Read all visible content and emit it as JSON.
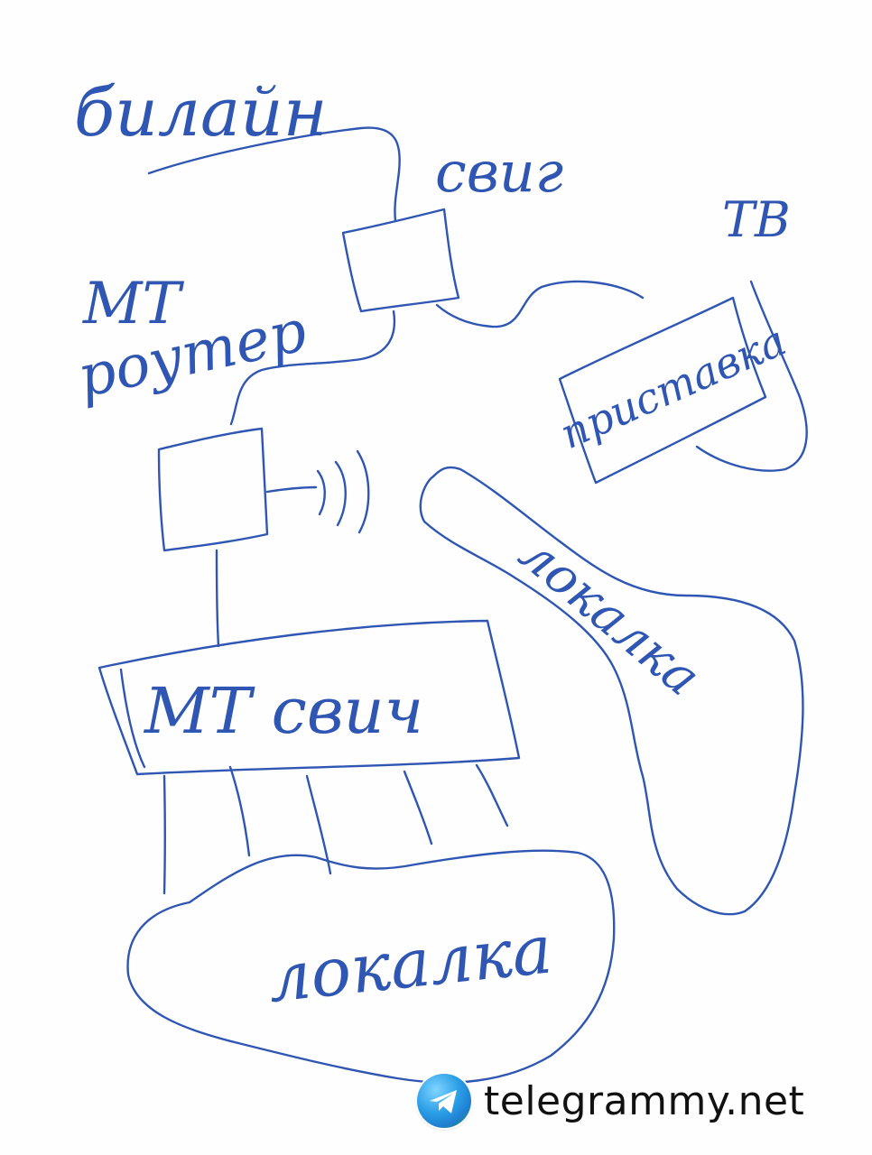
{
  "colors": {
    "ink": "#2f56b3",
    "background": "#fefefe",
    "watermark_text": "#111111"
  },
  "labels": {
    "provider": "билайн",
    "swig": "свиг",
    "tv": "ТВ",
    "router_line1": "МТ",
    "router_line2": "роутер",
    "settop": "приставка",
    "wifi_local": "локалка",
    "switch": "МТ свич",
    "wired_local": "локалка"
  },
  "watermark": {
    "text": "telegrammy.net",
    "icon": "telegram-globe-icon"
  }
}
